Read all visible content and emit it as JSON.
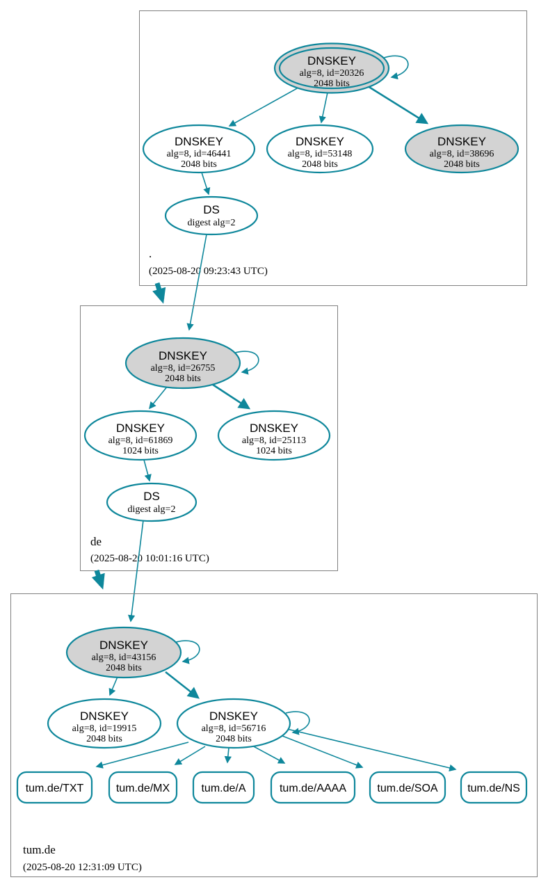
{
  "diagram_title": "DNSSEC authentication chain graph",
  "colors": {
    "edge": "#0e879b",
    "ksk_fill": "#d3d3d3",
    "node_fill": "#ffffff",
    "box_border": "#808080",
    "text": "#000000"
  },
  "zones": [
    {
      "label": ".",
      "timestamp": "(2025-08-20 09:23:43 UTC)",
      "ksk": {
        "title": "DNSKEY",
        "detail1": "alg=8, id=20326",
        "detail2": "2048 bits"
      },
      "zsk1": {
        "title": "DNSKEY",
        "detail1": "alg=8, id=46441",
        "detail2": "2048 bits"
      },
      "zsk2": {
        "title": "DNSKEY",
        "detail1": "alg=8, id=53148",
        "detail2": "2048 bits"
      },
      "zsk3": {
        "title": "DNSKEY",
        "detail1": "alg=8, id=38696",
        "detail2": "2048 bits"
      },
      "ds": {
        "title": "DS",
        "detail1": "digest alg=2"
      }
    },
    {
      "label": "de",
      "timestamp": "(2025-08-20 10:01:16 UTC)",
      "ksk": {
        "title": "DNSKEY",
        "detail1": "alg=8, id=26755",
        "detail2": "2048 bits"
      },
      "zsk1": {
        "title": "DNSKEY",
        "detail1": "alg=8, id=61869",
        "detail2": "1024 bits"
      },
      "zsk2": {
        "title": "DNSKEY",
        "detail1": "alg=8, id=25113",
        "detail2": "1024 bits"
      },
      "ds": {
        "title": "DS",
        "detail1": "digest alg=2"
      }
    },
    {
      "label": "tum.de",
      "timestamp": "(2025-08-20 12:31:09 UTC)",
      "ksk": {
        "title": "DNSKEY",
        "detail1": "alg=8, id=43156",
        "detail2": "2048 bits"
      },
      "zsk1": {
        "title": "DNSKEY",
        "detail1": "alg=8, id=19915",
        "detail2": "2048 bits"
      },
      "zsk2": {
        "title": "DNSKEY",
        "detail1": "alg=8, id=56716",
        "detail2": "2048 bits"
      },
      "rrsets": [
        {
          "label": "tum.de/TXT"
        },
        {
          "label": "tum.de/MX"
        },
        {
          "label": "tum.de/A"
        },
        {
          "label": "tum.de/AAAA"
        },
        {
          "label": "tum.de/SOA"
        },
        {
          "label": "tum.de/NS"
        }
      ]
    }
  ]
}
